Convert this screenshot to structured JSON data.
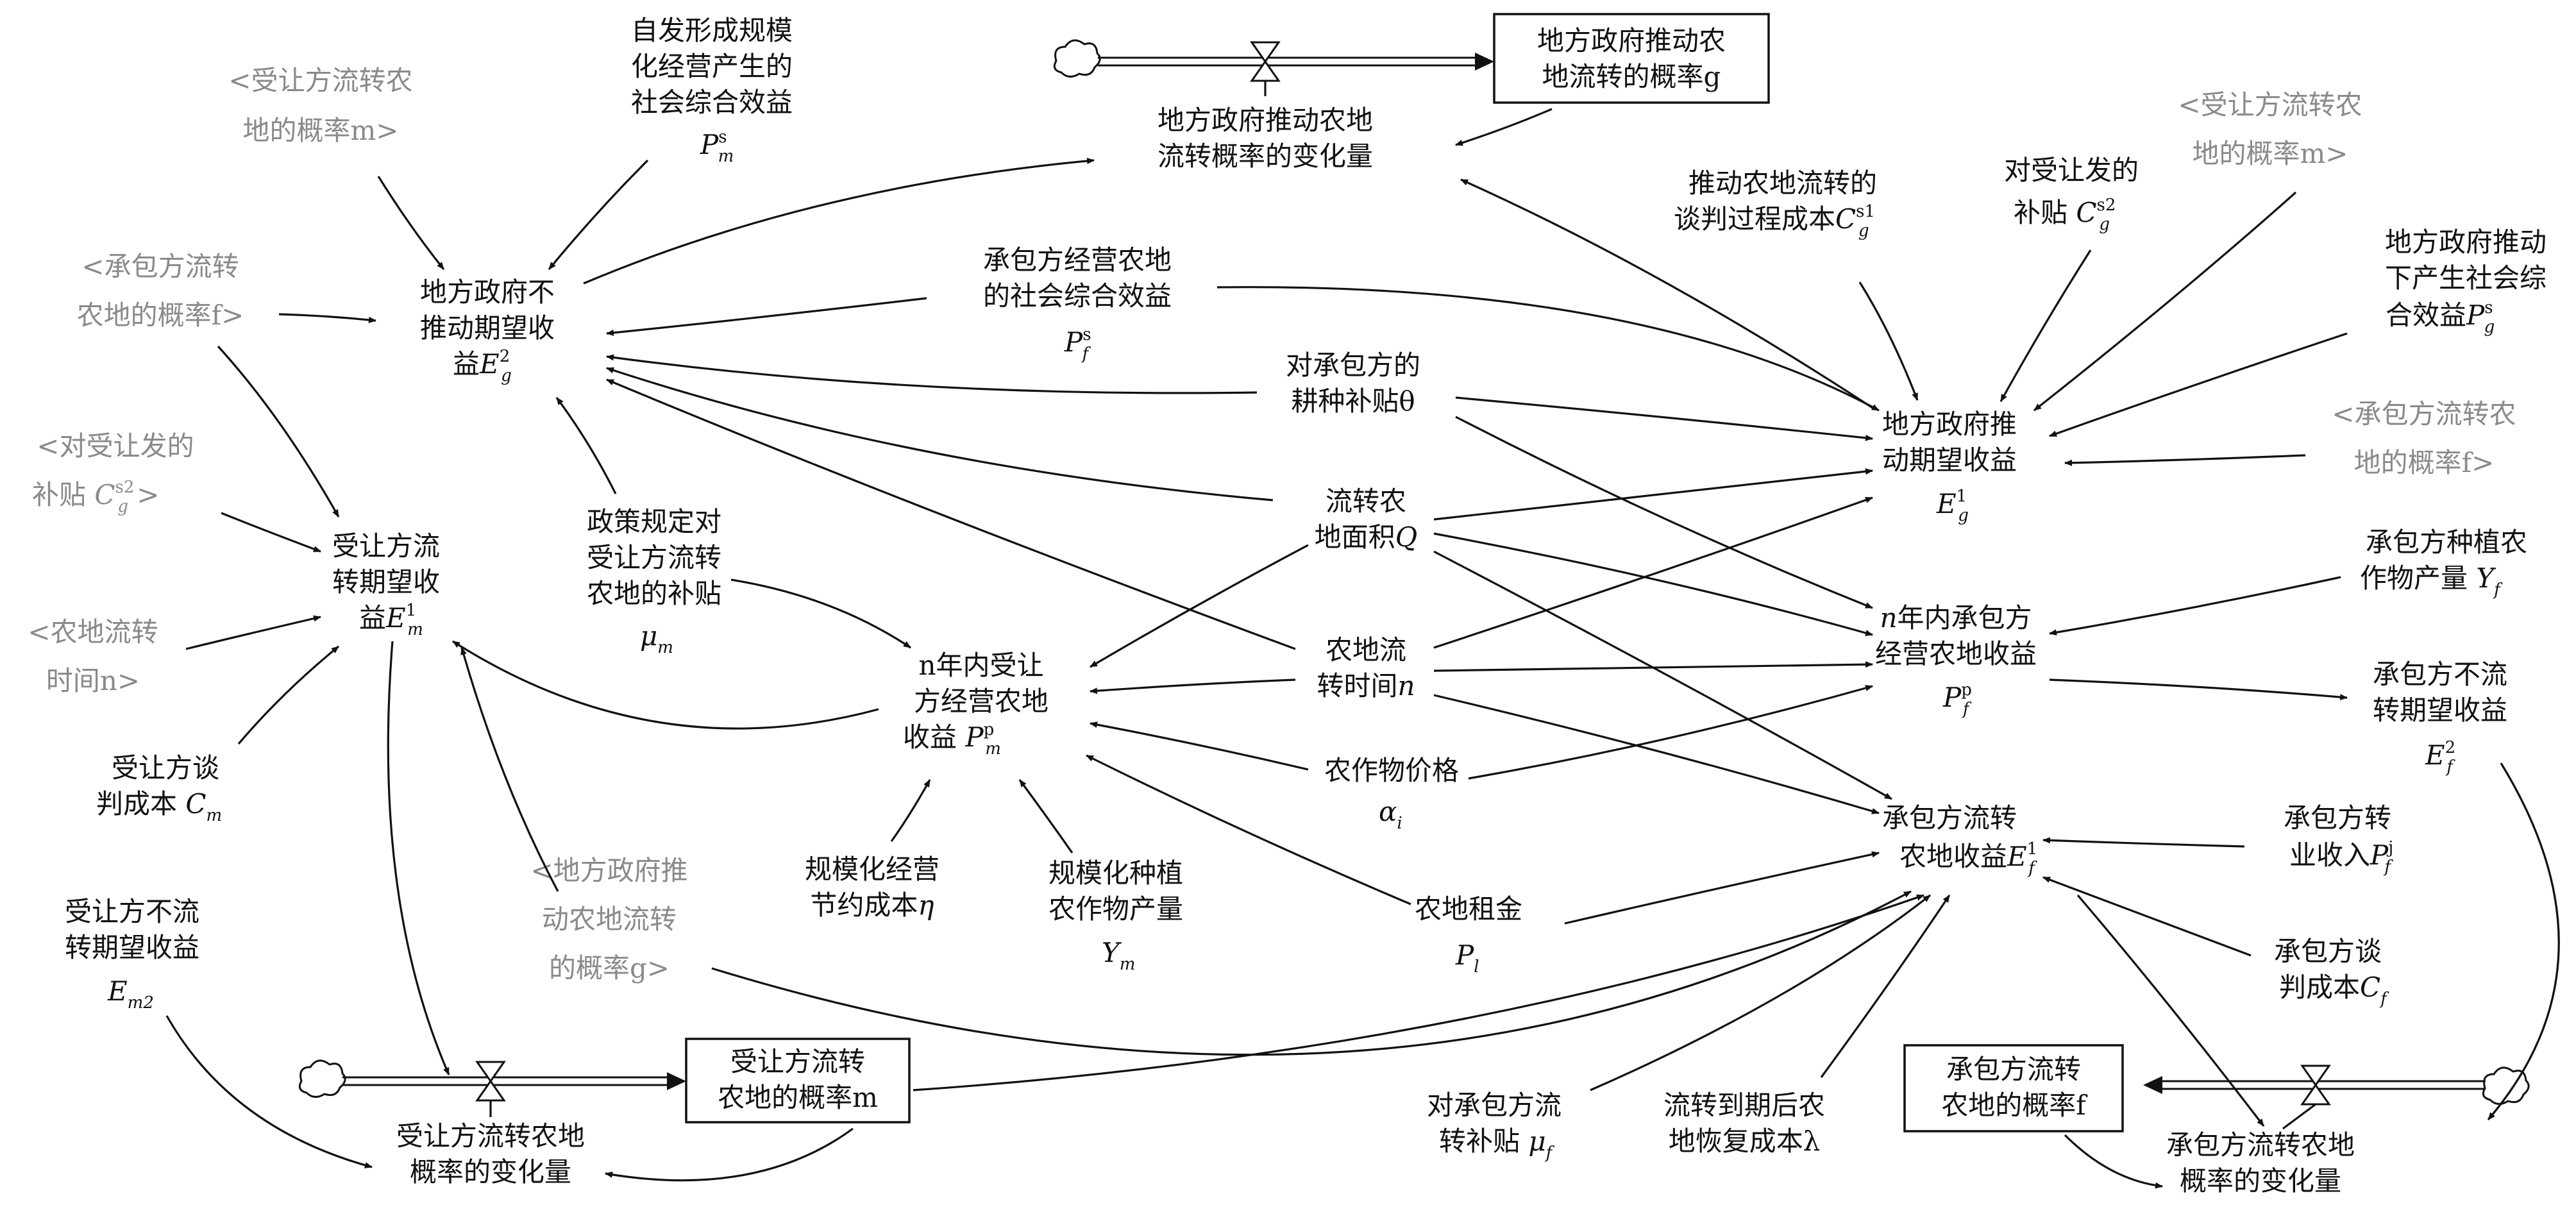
{
  "stocks": {
    "g": [
      "地方政府推动农",
      "地流转的概率g"
    ],
    "m": [
      "受让方流转",
      "农地的概率m"
    ],
    "f": [
      "承包方流转",
      "农地的概率f"
    ]
  },
  "flows": {
    "g": [
      "地方政府推动农地",
      "流转概率的变化量"
    ],
    "m": [
      "受让方流转农地",
      "概率的变化量"
    ],
    "f": [
      "承包方流转农地",
      "概率的变化量"
    ]
  },
  "nodes": {
    "gov_not_push": {
      "l1": "地方政府不",
      "l2": "推动期望收",
      "l3_main": "益",
      "l3_var": "E",
      "sup": "2",
      "sub": "g"
    },
    "gov_push": {
      "l1": "地方政府推",
      "l2": "动期望收益",
      "var": "E",
      "sup": "1",
      "sub": "g"
    },
    "transferee_exp": {
      "l1": "受让方流",
      "l2": "转期望收",
      "l3_main": "益",
      "l3_var": "E",
      "sup": "1",
      "sub": "m"
    },
    "transferee_n": {
      "l1": "n年内受让",
      "l2": "方经营农地",
      "l3_main": "收益 ",
      "l3_var": "P",
      "sup": "p",
      "sub": "m"
    },
    "contractor_n": {
      "l1_var": "n",
      "l1": "年内承包方",
      "l2": "经营农地收益",
      "var": "P",
      "sup": "p",
      "sub": "f"
    },
    "contractor_trans": {
      "l1": "承包方流转",
      "l2_main": "农地收益",
      "l2_var": "E",
      "sup": "1",
      "sub": "f"
    },
    "self_formed": {
      "l1": "自发形成规模",
      "l2": "化经营产生的",
      "l3": "社会综合效益",
      "var": "P",
      "sup": "s",
      "sub": "m"
    },
    "contractor_social": {
      "l1": "承包方经营农地",
      "l2": "的社会综合效益",
      "var": "P",
      "sup": "s",
      "sub": "f"
    },
    "farm_subsidy": {
      "l1": "对承包方的",
      "l2": "耕种补贴θ"
    },
    "area": {
      "l1": "流转农",
      "l2_main": "地面积",
      "l2_var": "Q"
    },
    "time": {
      "l1": "农地流",
      "l2_main": "转时间",
      "l2_var": "n"
    },
    "price": {
      "l1": "农作物价格",
      "var": "α",
      "sub": "i"
    },
    "rent": {
      "l1": "农地租金",
      "var": "P",
      "sub": "l"
    },
    "policy_subsidy": {
      "l1": "政策规定对",
      "l2": "受让方流转",
      "l3": "农地的补贴",
      "var": "μ",
      "sub": "m"
    },
    "scale_cost": {
      "l1": "规模化经营",
      "l2_main": "节约成本",
      "l2_var": "η"
    },
    "scale_yield": {
      "l1": "规模化种植",
      "l2": "农作物产量",
      "var": "Y",
      "sub": "m"
    },
    "transferee_neg": {
      "l1": "受让方谈",
      "l2_main": "判成本 ",
      "l2_var": "C",
      "sub": "m"
    },
    "transferee_nonflow": {
      "l1": "受让方不流",
      "l2": "转期望收益",
      "var": "E",
      "sub": "m2"
    },
    "push_cost": {
      "l1": "推动农地流转的",
      "l2": "谈判过程成本",
      "var": "C",
      "sup": "s1",
      "sub": "g"
    },
    "sub_to_transferee": {
      "l1": "对受让发的",
      "l2_main": "补贴 ",
      "l2_var": "C",
      "sup": "s2",
      "sub": "g"
    },
    "gov_push_social": {
      "l1": "地方政府推动",
      "l2": "下产生社会综",
      "l3_main": "合效益",
      "l3_var": "P",
      "sup": "s",
      "sub": "g"
    },
    "contractor_yield": {
      "l1": "承包方种植农",
      "l2_main": "作物产量 ",
      "l2_var": "Y",
      "sub": "f"
    },
    "contractor_nonflow": {
      "l1": "承包方不流",
      "l2": "转期望收益",
      "var": "E",
      "sup": "2",
      "sub": "f"
    },
    "contractor_job": {
      "l1": "承包方转",
      "l2_main": "业收入",
      "l2_var": "P",
      "sup": "j",
      "sub": "f"
    },
    "contractor_neg": {
      "l1": "承包方谈",
      "l2_main": "判成本",
      "l2_var": "C",
      "sub": "f"
    },
    "contractor_flow_subsidy": {
      "l1": "对承包方流",
      "l2_main": "转补贴 ",
      "l2_var": "μ",
      "sub": "f"
    },
    "restore_cost": {
      "l1": "流转到期后农",
      "l2": "地恢复成本λ"
    }
  },
  "shadows": {
    "m_left": [
      "<受让方流转农",
      "地的概率m>"
    ],
    "f_left": [
      "<承包方流转",
      "农地的概率f>"
    ],
    "sub_left": [
      "<对受让发的",
      "补贴 ",
      "C",
      "s2",
      "g",
      "  >"
    ],
    "time_left": [
      "<农地流转",
      "时间n>"
    ],
    "g_mid": [
      "<地方政府推",
      "动农地流转",
      "的概率g>"
    ],
    "m_right": [
      "<受让方流转农",
      "地的概率m>"
    ],
    "f_right": [
      "<承包方流转农",
      "地的概率f>"
    ]
  }
}
